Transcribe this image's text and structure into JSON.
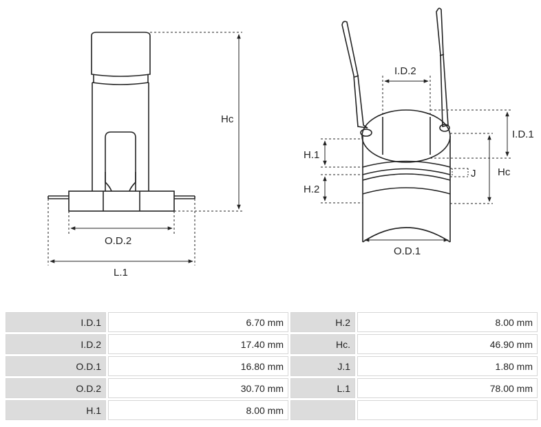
{
  "figure": {
    "left_part": {
      "labels": {
        "hc": "Hc",
        "od2": "O.D.2",
        "l1": "L.1"
      }
    },
    "right_part": {
      "labels": {
        "id2": "I.D.2",
        "id1": "I.D.1",
        "h1": "H.1",
        "h2": "H.2",
        "j": "J",
        "hc": "Hc",
        "od1": "O.D.1"
      }
    }
  },
  "spec_table": {
    "rows": [
      {
        "label_a": "I.D.1",
        "value_a": "6.70 mm",
        "label_b": "H.2",
        "value_b": "8.00 mm"
      },
      {
        "label_a": "I.D.2",
        "value_a": "17.40 mm",
        "label_b": "Hc.",
        "value_b": "46.90 mm"
      },
      {
        "label_a": "O.D.1",
        "value_a": "16.80 mm",
        "label_b": "J.1",
        "value_b": "1.80 mm"
      },
      {
        "label_a": "O.D.2",
        "value_a": "30.70 mm",
        "label_b": "L.1",
        "value_b": "78.00 mm"
      },
      {
        "label_a": "H.1",
        "value_a": "8.00 mm",
        "label_b": "",
        "value_b": ""
      }
    ]
  }
}
